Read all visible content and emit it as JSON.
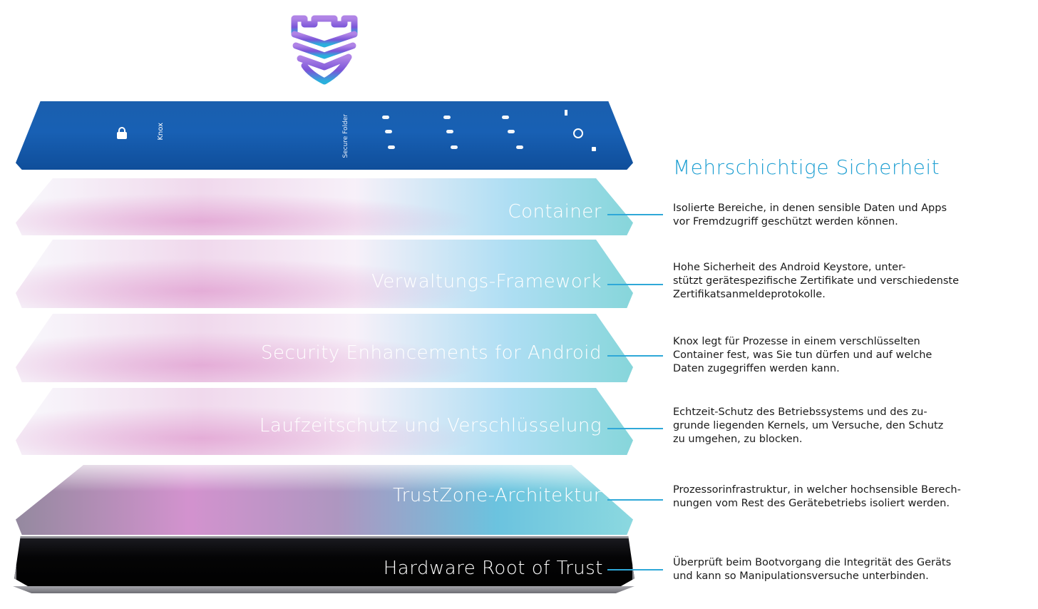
{
  "colors": {
    "accent": "#2fa8d8",
    "heading": "#1e9fd2",
    "screen_blue": "#1860b4",
    "text": "#1a1a1a"
  },
  "logo": {
    "icon": "knox-shield-icon"
  },
  "screen": {
    "app_label": "Knox",
    "secure_label": "Secure Folder"
  },
  "heading": "Mehrschichtige Sicherheit",
  "layers": [
    {
      "name": "Container",
      "desc": [
        "Isolierte Bereiche, in denen sensible Daten und Apps",
        "vor Fremdzugriff geschützt werden können."
      ]
    },
    {
      "name": "Verwaltungs-Framework",
      "desc": [
        "Hohe Sicherheit des Android Keystore, unter-",
        "stützt gerätespezifische Zertifikate und verschiedenste",
        "Zertifikatsanmeldeprotokolle."
      ]
    },
    {
      "name": "Security Enhancements for Android",
      "desc": [
        "Knox legt für Prozesse in einem verschlüsselten",
        "Container fest, was Sie tun dürfen und auf welche",
        "Daten zugegriffen werden kann."
      ]
    },
    {
      "name": "Laufzeitschutz und Verschlüsselung",
      "desc": [
        "Echtzeit-Schutz des Betriebssystems und des zu-",
        "grunde liegenden Kernels, um Versuche, den Schutz",
        "zu umgehen, zu blocken."
      ]
    },
    {
      "name": "TrustZone-Architektur",
      "desc": [
        "Prozessorinfrastruktur, in welcher hochsensible Berech-",
        "nungen vom Rest des Gerätebetriebs isoliert werden."
      ]
    },
    {
      "name": "Hardware Root of Trust",
      "desc": [
        "Überprüft beim Bootvorgang die Integrität des Geräts",
        "und kann so Manipulationsversuche unterbinden."
      ]
    }
  ]
}
